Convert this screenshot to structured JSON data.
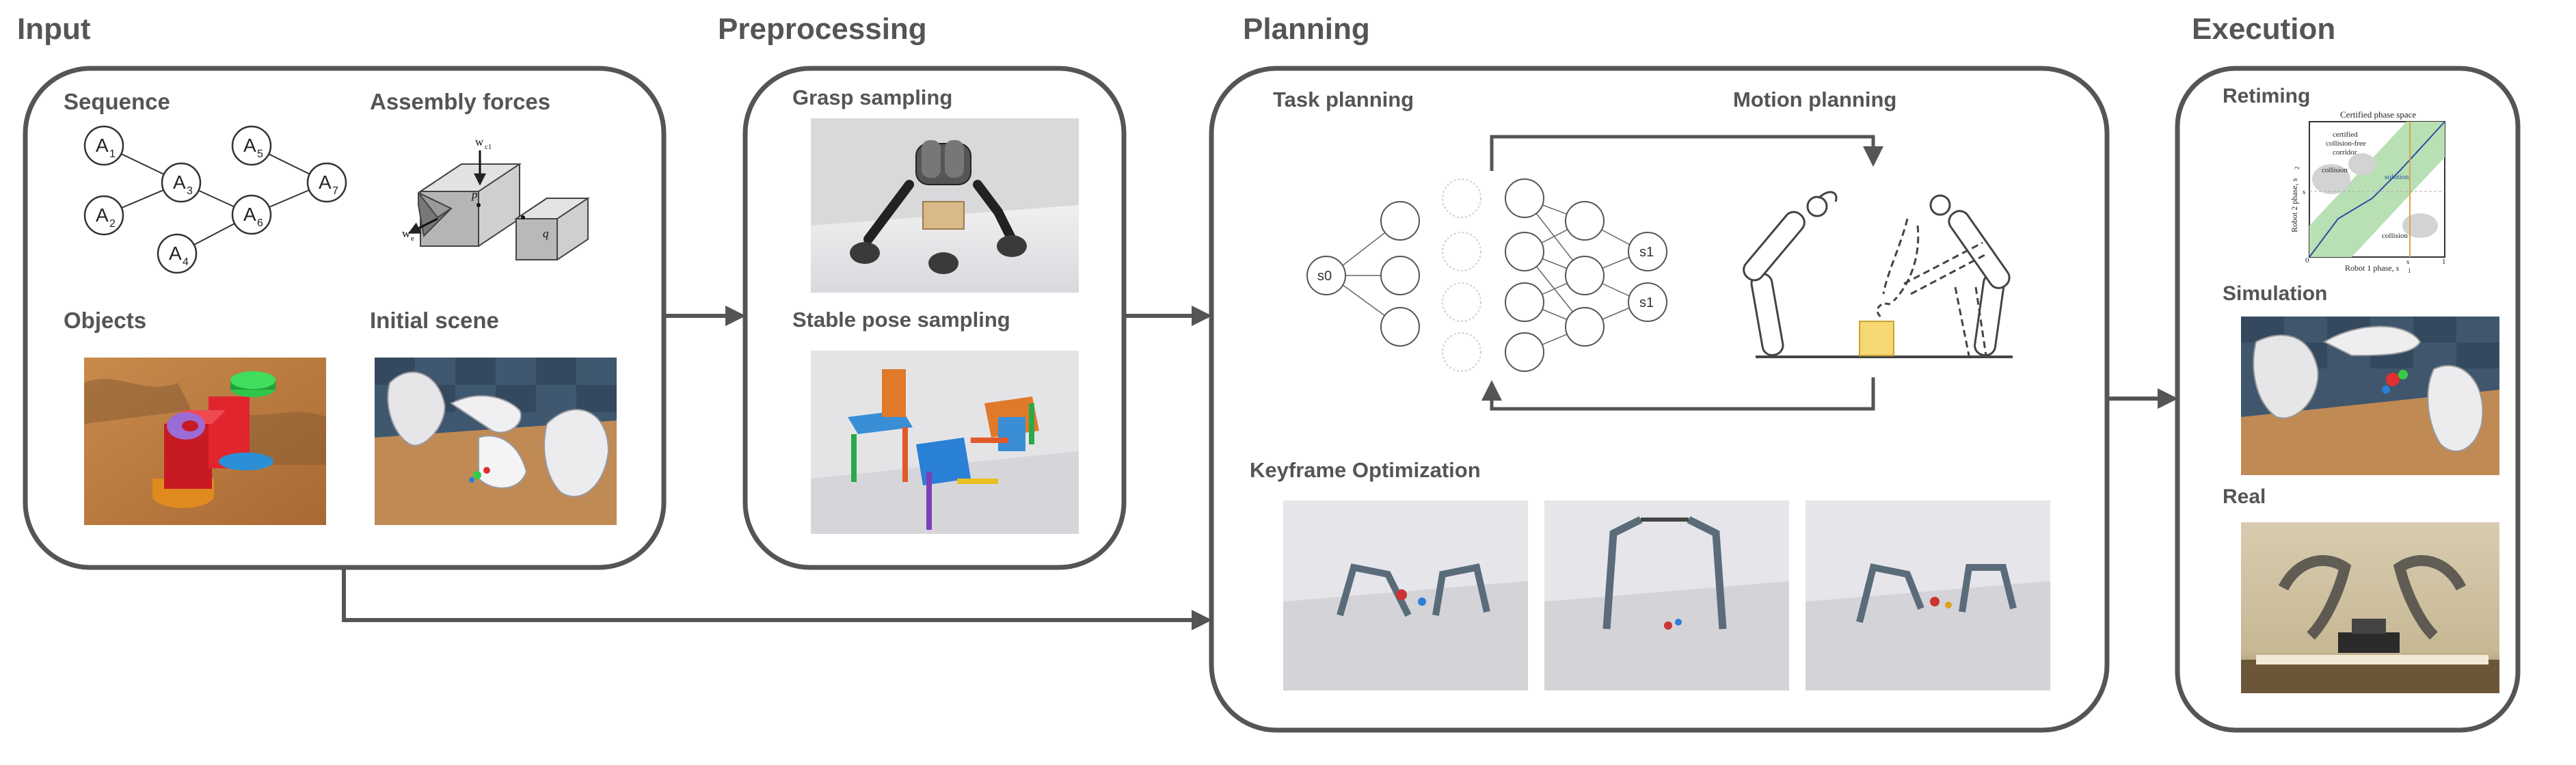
{
  "stages": {
    "input": "Input",
    "preprocessing": "Preprocessing",
    "planning": "Planning",
    "execution": "Execution"
  },
  "input": {
    "sequence": "Sequence",
    "assembly_forces": "Assembly forces",
    "objects": "Objects",
    "initial_scene": "Initial scene",
    "nodes": [
      {
        "letter": "A",
        "sub": "1"
      },
      {
        "letter": "A",
        "sub": "2"
      },
      {
        "letter": "A",
        "sub": "3"
      },
      {
        "letter": "A",
        "sub": "4"
      },
      {
        "letter": "A",
        "sub": "5"
      },
      {
        "letter": "A",
        "sub": "6"
      },
      {
        "letter": "A",
        "sub": "7"
      }
    ],
    "force_labels": {
      "w_c1": "w",
      "w_c1_sub": "c1",
      "w_e": "w",
      "w_e_sub": "e",
      "p": "p",
      "q": "q"
    }
  },
  "preprocessing": {
    "grasp_sampling": "Grasp sampling",
    "stable_pose_sampling": "Stable pose sampling"
  },
  "planning": {
    "task_planning": "Task planning",
    "motion_planning": "Motion planning",
    "keyframe_optimization": "Keyframe Optimization",
    "graph_labels": {
      "start": "s0",
      "goal_top": "s1",
      "goal_bottom": "s1"
    }
  },
  "execution": {
    "retiming": "Retiming",
    "simulation": "Simulation",
    "real": "Real",
    "retiming_plot": {
      "title": "Certified phase space",
      "corridor_label_1": "certified",
      "corridor_label_2": "collision-free",
      "corridor_label_3": "corridor",
      "collision_top": "collision",
      "collision_bottom": "collision",
      "path_label": "solution",
      "x_axis": "Robot 1 phase, s",
      "x_axis_sub": "1",
      "y_axis": "Robot 2 phase, s",
      "y_axis_sub": "2",
      "tick_0": "0",
      "tick_1": "1",
      "tick_s1": "s",
      "tick_s2": "s"
    }
  },
  "colors": {
    "panel_border": "#555555",
    "arrow": "#555555",
    "text": "#555555",
    "yellow_box": "#f7d774",
    "green_corridor": "#b9e0b5"
  }
}
